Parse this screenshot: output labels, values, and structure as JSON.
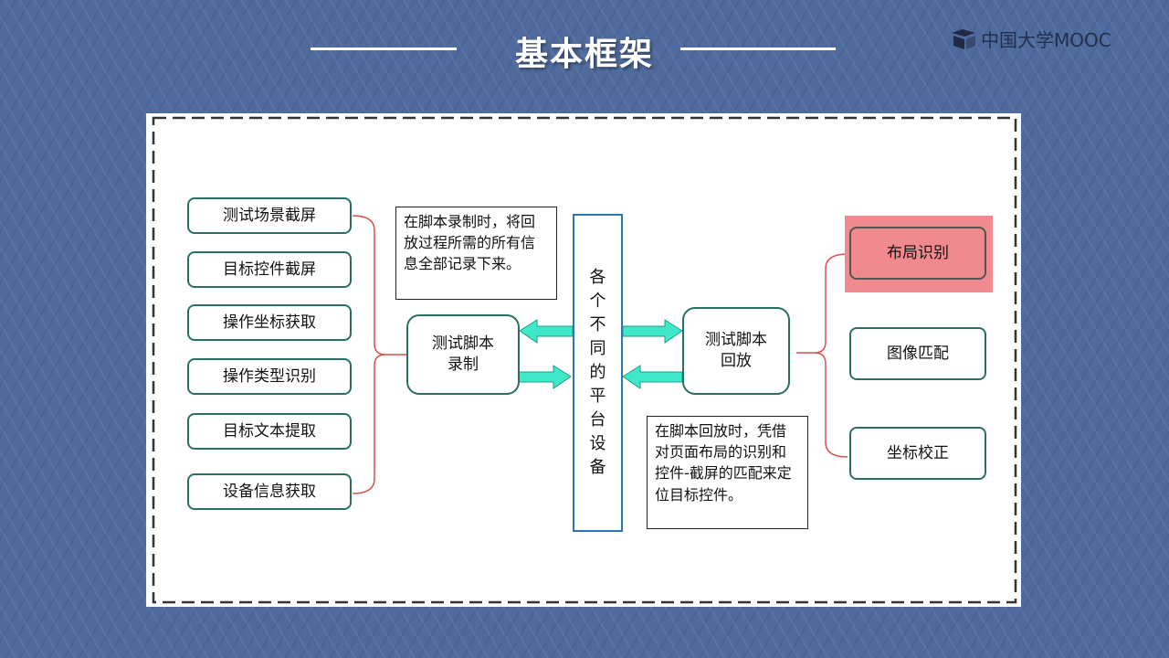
{
  "header": {
    "title": "基本框架"
  },
  "logo": {
    "text": "中国大学MOOC"
  },
  "diagram": {
    "left_items": [
      "测试场景截屏",
      "目标控件截屏",
      "操作坐标获取",
      "操作类型识别",
      "目标文本提取",
      "设备信息获取"
    ],
    "record_node": [
      "测试脚本",
      "录制"
    ],
    "playback_node": [
      "测试脚本",
      "回放"
    ],
    "platform_chars": [
      "各",
      "个",
      "不",
      "同",
      "的",
      "平",
      "台",
      "设",
      "备"
    ],
    "record_note": "在脚本录制时，将回放过程所需的所有信息全部记录下来。",
    "playback_note": "在脚本回放时，凭借对页面布局的识别和控件-截屏的匹配来定位目标控件。",
    "right_items": [
      "布局识别",
      "图像匹配",
      "坐标校正"
    ],
    "colors": {
      "box_border": "#2a7060",
      "arrow": "#3ee8c8",
      "bracket": "#d9534f",
      "highlight": "#f08a8e",
      "platform_border": "#2e75b6"
    }
  }
}
